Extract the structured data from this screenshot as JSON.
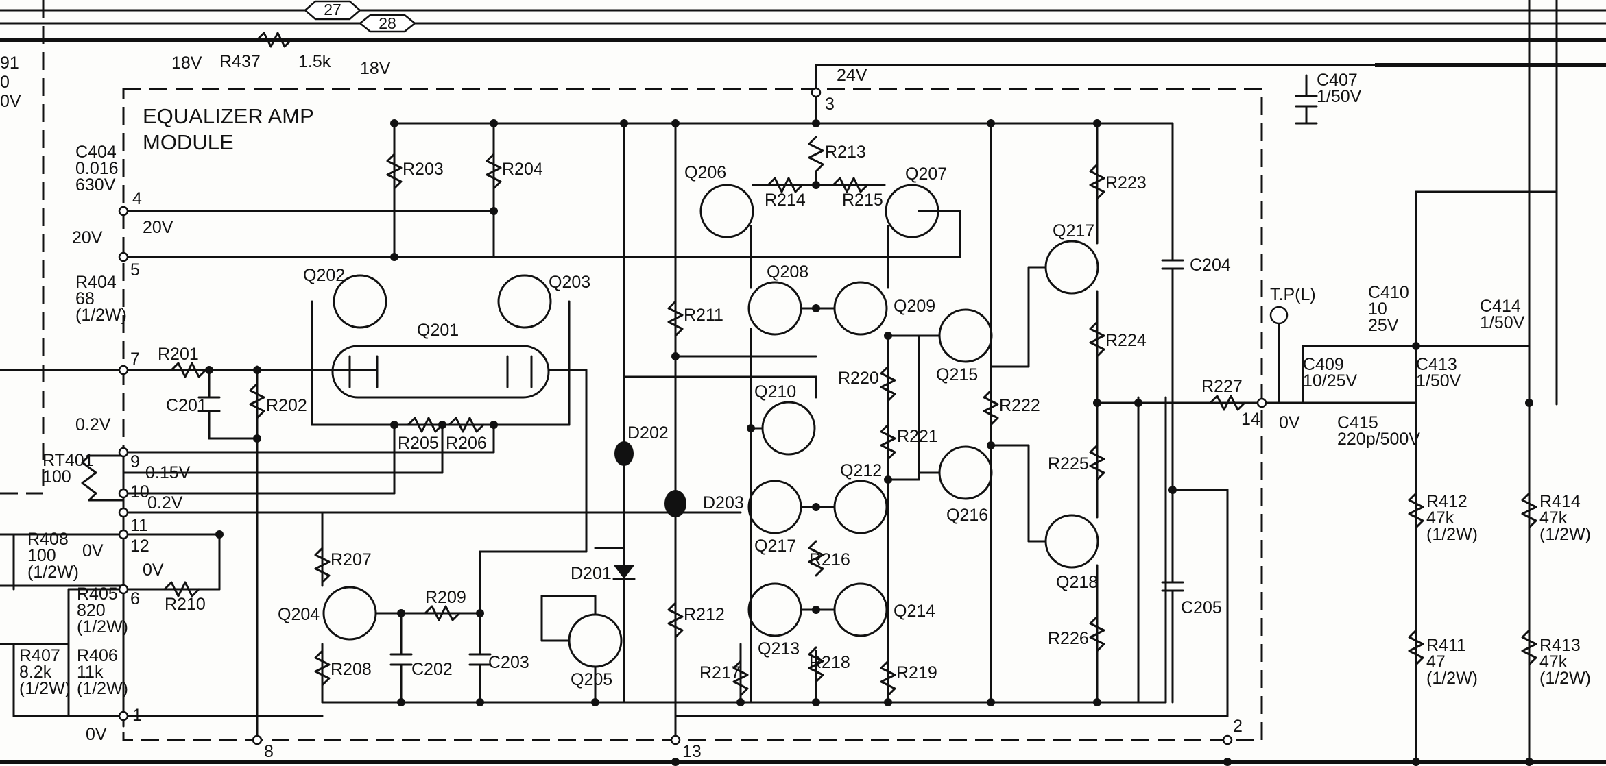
{
  "module": {
    "title_line1": "EQUALIZER AMP",
    "title_line2": "MODULE"
  },
  "bus": {
    "a": "27",
    "b": "28"
  },
  "top": {
    "r437": "R437",
    "r437_value": "1.5k",
    "v_left": "18V",
    "v_right": "18V"
  },
  "pins": {
    "p1": "1",
    "p2": "2",
    "p3": "3",
    "p4": "4",
    "p5": "5",
    "p6": "6",
    "p7": "7",
    "p9": "9",
    "p10": "10",
    "p11": "11",
    "p12": "12",
    "p13": "13",
    "p14": "14",
    "p8": "8"
  },
  "voltages": {
    "v24": "24V",
    "v20a": "20V",
    "v20b": "20V",
    "v02a": "0.2V",
    "v015": "0.15V",
    "v02b": "0.2V",
    "v0a": "0V",
    "v0b": "0V",
    "v0c": "0V",
    "v0d": "0V"
  },
  "edge": {
    "l1": "91",
    "l2": "0",
    "l3": "0V"
  },
  "components": [
    {
      "id": "c404",
      "lines": [
        "C404",
        "0.016",
        "630V"
      ]
    },
    {
      "id": "r404",
      "lines": [
        "R404",
        "68",
        "(1/2W)"
      ]
    },
    {
      "id": "rt401",
      "lines": [
        "RT401",
        "100"
      ]
    },
    {
      "id": "r408",
      "lines": [
        "R408",
        "100",
        "(1/2W)"
      ]
    },
    {
      "id": "r405",
      "lines": [
        "R405",
        "820",
        "(1/2W)"
      ]
    },
    {
      "id": "r407",
      "lines": [
        "R407",
        "8.2k",
        "(1/2W)"
      ]
    },
    {
      "id": "r406",
      "lines": [
        "R406",
        "11k",
        "(1/2W)"
      ]
    },
    {
      "id": "r201",
      "lines": [
        "R201"
      ]
    },
    {
      "id": "c201",
      "lines": [
        "C201"
      ]
    },
    {
      "id": "r202",
      "lines": [
        "R202"
      ]
    },
    {
      "id": "r203",
      "lines": [
        "R203"
      ]
    },
    {
      "id": "r204",
      "lines": [
        "R204"
      ]
    },
    {
      "id": "q202",
      "lines": [
        "Q202"
      ]
    },
    {
      "id": "q203",
      "lines": [
        "Q203"
      ]
    },
    {
      "id": "q201",
      "lines": [
        "Q201"
      ]
    },
    {
      "id": "r205",
      "lines": [
        "R205"
      ]
    },
    {
      "id": "r206",
      "lines": [
        "R206"
      ]
    },
    {
      "id": "r207",
      "lines": [
        "R207"
      ]
    },
    {
      "id": "r208",
      "lines": [
        "R208"
      ]
    },
    {
      "id": "r209",
      "lines": [
        "R209"
      ]
    },
    {
      "id": "r210",
      "lines": [
        "R210"
      ]
    },
    {
      "id": "q204",
      "lines": [
        "Q204"
      ]
    },
    {
      "id": "c202",
      "lines": [
        "C202"
      ]
    },
    {
      "id": "c203",
      "lines": [
        "C203"
      ]
    },
    {
      "id": "q205",
      "lines": [
        "Q205"
      ]
    },
    {
      "id": "d201",
      "lines": [
        "D201"
      ]
    },
    {
      "id": "d202",
      "lines": [
        "D202"
      ]
    },
    {
      "id": "d203",
      "lines": [
        "D203"
      ]
    },
    {
      "id": "r211",
      "lines": [
        "R211"
      ]
    },
    {
      "id": "r212",
      "lines": [
        "R212"
      ]
    },
    {
      "id": "r213",
      "lines": [
        "R213"
      ]
    },
    {
      "id": "r214",
      "lines": [
        "R214"
      ]
    },
    {
      "id": "r215",
      "lines": [
        "R215"
      ]
    },
    {
      "id": "q206",
      "lines": [
        "Q206"
      ]
    },
    {
      "id": "q207",
      "lines": [
        "Q207"
      ]
    },
    {
      "id": "q208",
      "lines": [
        "Q208"
      ]
    },
    {
      "id": "q209",
      "lines": [
        "Q209"
      ]
    },
    {
      "id": "q210",
      "lines": [
        "Q210"
      ]
    },
    {
      "id": "q211",
      "lines": [
        "Q217"
      ]
    },
    {
      "id": "q212",
      "lines": [
        "Q212"
      ]
    },
    {
      "id": "q213",
      "lines": [
        "Q213"
      ]
    },
    {
      "id": "q214",
      "lines": [
        "Q214"
      ]
    },
    {
      "id": "r216",
      "lines": [
        "R216"
      ]
    },
    {
      "id": "r217",
      "lines": [
        "R217"
      ]
    },
    {
      "id": "r218",
      "lines": [
        "R218"
      ]
    },
    {
      "id": "r219",
      "lines": [
        "R219"
      ]
    },
    {
      "id": "r220",
      "lines": [
        "R220"
      ]
    },
    {
      "id": "r221",
      "lines": [
        "R221"
      ]
    },
    {
      "id": "r222",
      "lines": [
        "R222"
      ]
    },
    {
      "id": "q215",
      "lines": [
        "Q215"
      ]
    },
    {
      "id": "q216",
      "lines": [
        "Q216"
      ]
    },
    {
      "id": "q217",
      "lines": [
        "Q217"
      ]
    },
    {
      "id": "q218",
      "lines": [
        "Q218"
      ]
    },
    {
      "id": "r223",
      "lines": [
        "R223"
      ]
    },
    {
      "id": "r224",
      "lines": [
        "R224"
      ]
    },
    {
      "id": "r225",
      "lines": [
        "R225"
      ]
    },
    {
      "id": "r226",
      "lines": [
        "R226"
      ]
    },
    {
      "id": "c204",
      "lines": [
        "C204"
      ]
    },
    {
      "id": "c205",
      "lines": [
        "C205"
      ]
    },
    {
      "id": "r227",
      "lines": [
        "R227"
      ]
    },
    {
      "id": "tp",
      "lines": [
        "T.P(L)"
      ]
    },
    {
      "id": "c407",
      "lines": [
        "C407",
        "1/50V"
      ]
    },
    {
      "id": "c409",
      "lines": [
        "C409",
        "10/25V"
      ]
    },
    {
      "id": "c410",
      "lines": [
        "C410",
        "10",
        "25V"
      ]
    },
    {
      "id": "c413",
      "lines": [
        "C413",
        "1/50V"
      ]
    },
    {
      "id": "c414",
      "lines": [
        "C414",
        "1/50V"
      ]
    },
    {
      "id": "c415",
      "lines": [
        "C415",
        "220p/500V"
      ]
    },
    {
      "id": "r412",
      "lines": [
        "R412",
        "47k",
        "(1/2W)"
      ]
    },
    {
      "id": "r411",
      "lines": [
        "R411",
        "47",
        "(1/2W)"
      ]
    },
    {
      "id": "r414",
      "lines": [
        "R414",
        "47k",
        "(1/2W)"
      ]
    },
    {
      "id": "r413",
      "lines": [
        "R413",
        "47k",
        "(1/2W)"
      ]
    }
  ]
}
